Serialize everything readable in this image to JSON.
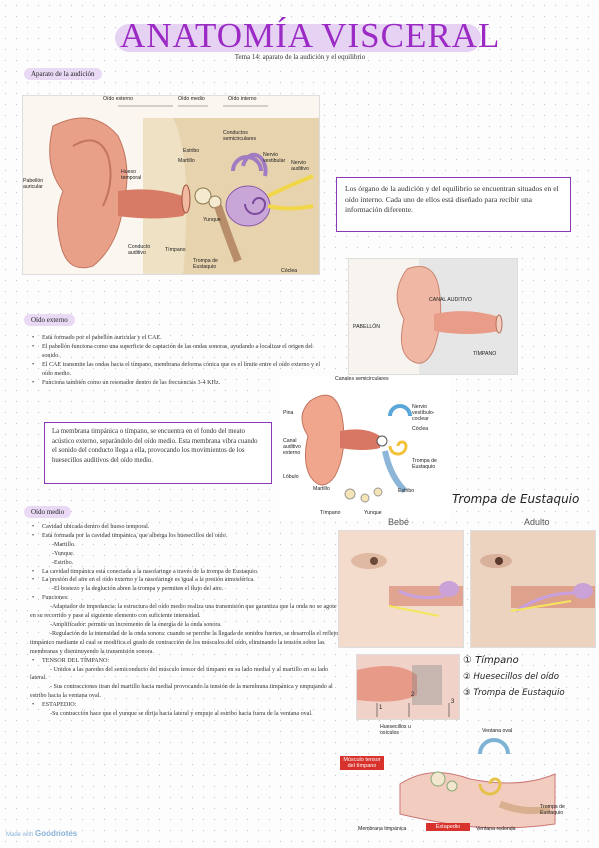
{
  "header": {
    "title": "ANATOMÍA VISCERAL",
    "subtitle": "Tema 14: aparato de la audición y el equilibrio"
  },
  "sections": {
    "aparato": "Aparato de la audición",
    "externo": "Oído externo",
    "medio": "Oído medio"
  },
  "figure1": {
    "labels": {
      "oido_externo": "Oído externo",
      "oido_medio": "Oído medio",
      "oido_interno": "Oído interno",
      "conductos": "Conductos semicirculares",
      "estribo": "Estribo",
      "martillo": "Martillo",
      "nervio_vestibular": "Nervio vestibular",
      "nervio_auditivo": "Nervio auditivo",
      "hueso_temporal": "Hueso temporal",
      "pabellon": "Pabellón auricular",
      "yunque": "Yunque",
      "conducto_auditivo": "Conducto auditivo",
      "timpano": "Tímpano",
      "trompa": "Trompa de Eustaquio",
      "coclea": "Cóclea"
    }
  },
  "info_box_1": "Los órgano de la audición y del equilibrio se encuentran situados en el oído interno. Cada uno de ellos está diseñado para recibir una información diferente.",
  "figure2": {
    "labels": {
      "canal": "CANAL AUDITIVO",
      "pabellon": "PABELLÓN",
      "timpano": "TÍMPANO"
    }
  },
  "externo_bullets": [
    "Está formado por el pabellón auricular y el CAE.",
    "El pabellón funciona como una superficie de captación de las ondas sonoras, ayudando a localizar el origen del sonido.",
    "El CAE transmite las ondas hacia el tímpano, membrana deforma cónica que es el límite entre el oído externo y el oído medio.",
    "Funciona también como un resonador dentro de las frecuencias 3-4 KHz."
  ],
  "info_box_2": "La membrana timpánica o tímpano, se encuentra en el fondo del meato acústico externo, separándolo del oído medio. Esta membrana vibra cuando el sonido del conducto llega a ella, provocando los movimientos de los huesecillos auditivos del oído medio.",
  "figure3": {
    "labels": {
      "canales": "Canales semicirculares",
      "pina": "Pina",
      "nervio": "Nervio vestíbulo-coclear",
      "coclea": "Cóclea",
      "canal": "Canal auditivo externo",
      "trompa": "Trompa de Eustaquio",
      "lobulo": "Lóbulo",
      "martillo": "Martillo",
      "estribo": "Estribo",
      "timpano": "Tímpano",
      "yunque": "Yunque"
    }
  },
  "figure4": {
    "bebe": "Bebé",
    "adulto": "Adulto",
    "handwritten_title": "Trompa de Eustaquio"
  },
  "handwritten_legend": [
    "① Tímpano",
    "② Huesecillos del oído",
    "③ Trompa de Eustaquio"
  ],
  "figure5": {
    "labels": {
      "huesecillos": "Huesecillos u osículos",
      "ventana_oval": "Ventana oval",
      "musculo": "Músculo tensor del tímpano",
      "trompa": "Trompa de Eustaquio",
      "membrana": "Membrana timpánica",
      "estapedio": "Estapedio",
      "ventana_redonda": "Ventana redonda"
    },
    "numbers": [
      "1",
      "2",
      "3"
    ]
  },
  "medio_bullets": {
    "items": [
      "Cavidad ubicada dentro del hueso temporal.",
      "Está formada por la cavidad timpánica, que alberga los huesecillos del oído."
    ],
    "subitems": [
      "-Martillo.",
      "-Yunque.",
      "-Estribo."
    ],
    "items2": [
      "La cavidad timpánica está conectada a la nasofaringe a través de la trompa de Eustaquio.",
      "La presión del aire en el oído externo y la nasofaringe es igual a la presión atmosférica."
    ],
    "bostezo": "-El bostezo y la deglución abren la trompa y permiten el flujo del aire.",
    "funciones": "Funciones:",
    "adaptador": "-Adaptador de impedancia: la estructura del oído medio realiza una transmisión que garantiza que la onda no se agote en su recorrido y pase al siguiente elemento con suficiente intensidad.",
    "amplificador": "-Amplificador: permite un incremento de la energía de la onda sonora.",
    "regulacion": "-Regulación de la intensidad de la onda sonora: cuando se percibe la llegada de sonidos fuertes, se desarrolla el reflejo timpánico mediante el cual se modifica el grado de contracción de los músculos del oído, eliminando la tensión sobre las membranas y disminuyendo la transmisión sonora.",
    "tensor": "TENSOR DEL TÍMPANO:",
    "tensor_1": "- Unidos a las paredes del semiconducto del músculo tensor del tímpano en su lado medial y al martillo en su lado lateral.",
    "tensor_2": "- Sus contracciones tiran del martillo hacia medial provocando la tensión de la membrana timpánica y empujando al estribo hacia la ventana oval.",
    "estapedio": "ESTAPEDIO:",
    "estapedio_1": "-Su contracción hace que el yunque se dirija hacia lateral y empuje al estribo hacia fuera de la ventana oval."
  },
  "brand": {
    "made": "Made with",
    "name": "Goodnotes"
  },
  "colors": {
    "accent": "#9b2bc4",
    "pill": "#ead9f5",
    "box_border": "#8a38b8",
    "red": "#d8322c"
  }
}
